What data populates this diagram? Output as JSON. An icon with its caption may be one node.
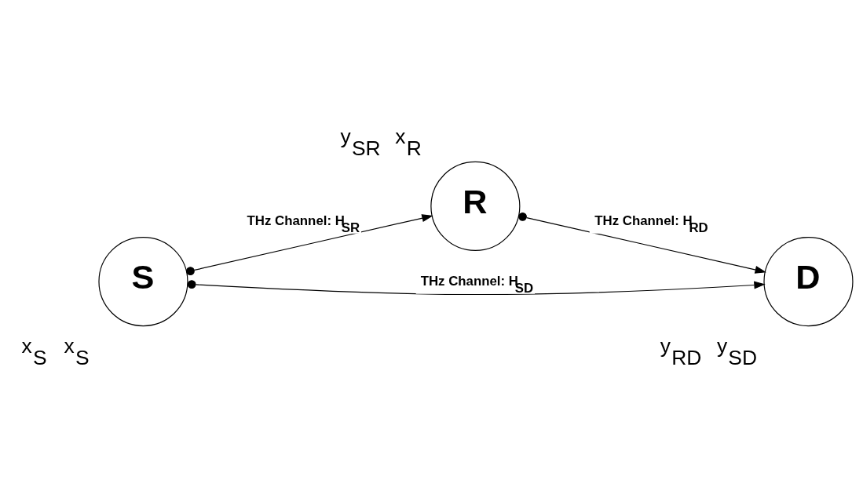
{
  "diagram": {
    "nodes": [
      {
        "text": [
          "S"
        ],
        "beside": [
          "x$_{S}$",
          "x$_{S}$"
        ]
      },
      {
        "text": [
          "R"
        ],
        "beside": [
          "y$_{SR}$",
          "x$_{R}$"
        ]
      },
      {
        "text": [
          "D"
        ],
        "beside": [
          "y$_{RD}$",
          "y$_{SD}$"
        ]
      }
    ],
    "edges": [
      {
        "from": 0,
        "to": 1,
        "arrow": "to",
        "label": "THz Channel: H$_{SR}$"
      },
      {
        "from": 1,
        "to": 2,
        "arrow": "to",
        "label": "THz Channel: H$_{RD}$"
      },
      {
        "from": 0,
        "to": 2,
        "arrow": "to",
        "label": "THz Channel: H$_{SD}$"
      }
    ]
  }
}
